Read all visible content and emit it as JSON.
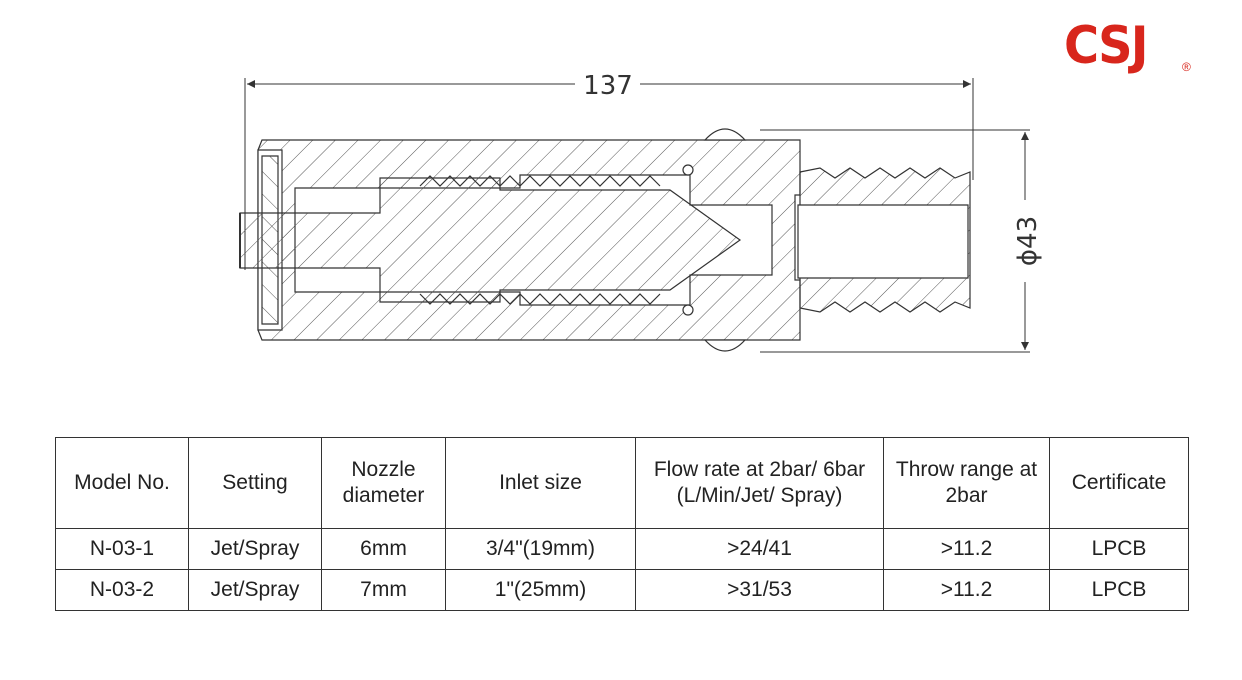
{
  "brand": {
    "logo": "CSJ",
    "registered": "®"
  },
  "drawing": {
    "length_dimension": "137",
    "diameter_dimension": "ϕ43",
    "part": "nozzle cross-section"
  },
  "table": {
    "headers": [
      "Model No.",
      "Setting",
      "Nozzle diameter",
      "Inlet size",
      "Flow rate at 2bar/ 6bar (L/Min/Jet/ Spray)",
      "Throw range at 2bar",
      "Certificate"
    ],
    "rows": [
      [
        "N-03-1",
        "Jet/Spray",
        "6mm",
        "3/4\"(19mm)",
        ">24/41",
        ">11.2",
        "LPCB"
      ],
      [
        "N-03-2",
        "Jet/Spray",
        "7mm",
        "1\"(25mm)",
        ">31/53",
        ">11.2",
        "LPCB"
      ]
    ]
  }
}
